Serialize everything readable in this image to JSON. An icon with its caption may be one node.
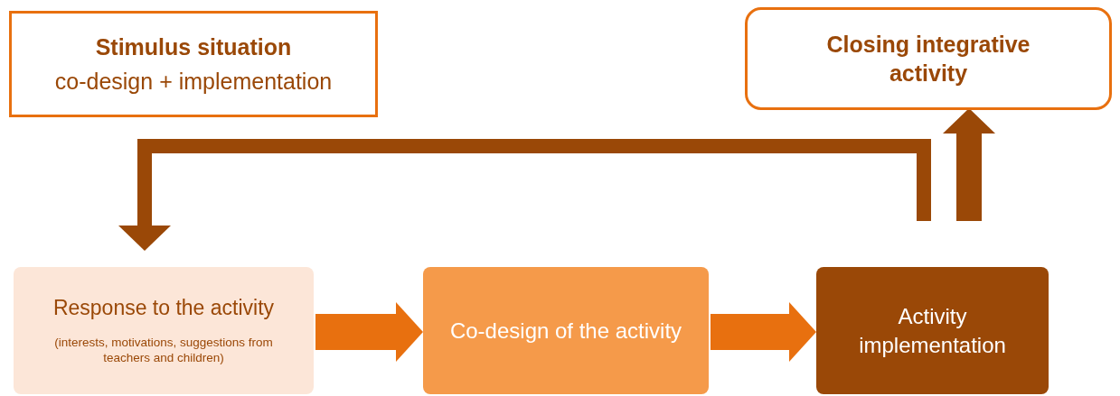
{
  "diagram": {
    "nodes": [
      {
        "text": [
          "Stimulus situation",
          "co-design + implementation"
        ]
      },
      {
        "text": [
          "Closing integrative activity"
        ]
      },
      {
        "text": [
          "Response to the activity",
          "(interests, motivations, suggestions from teachers and children)"
        ]
      },
      {
        "text": [
          "Co-design of the activity"
        ]
      },
      {
        "text": [
          "Activity implementation"
        ]
      }
    ],
    "edges": [
      {
        "from": 2,
        "to": 3,
        "arrow": "to",
        "color": "#e8700f"
      },
      {
        "from": 3,
        "to": 4,
        "arrow": "to",
        "color": "#e8700f"
      },
      {
        "from": 4,
        "to": 2,
        "arrow": "to",
        "color": "#9a4807"
      },
      {
        "from": 4,
        "to": 1,
        "arrow": "to",
        "color": "#9a4807"
      }
    ]
  }
}
